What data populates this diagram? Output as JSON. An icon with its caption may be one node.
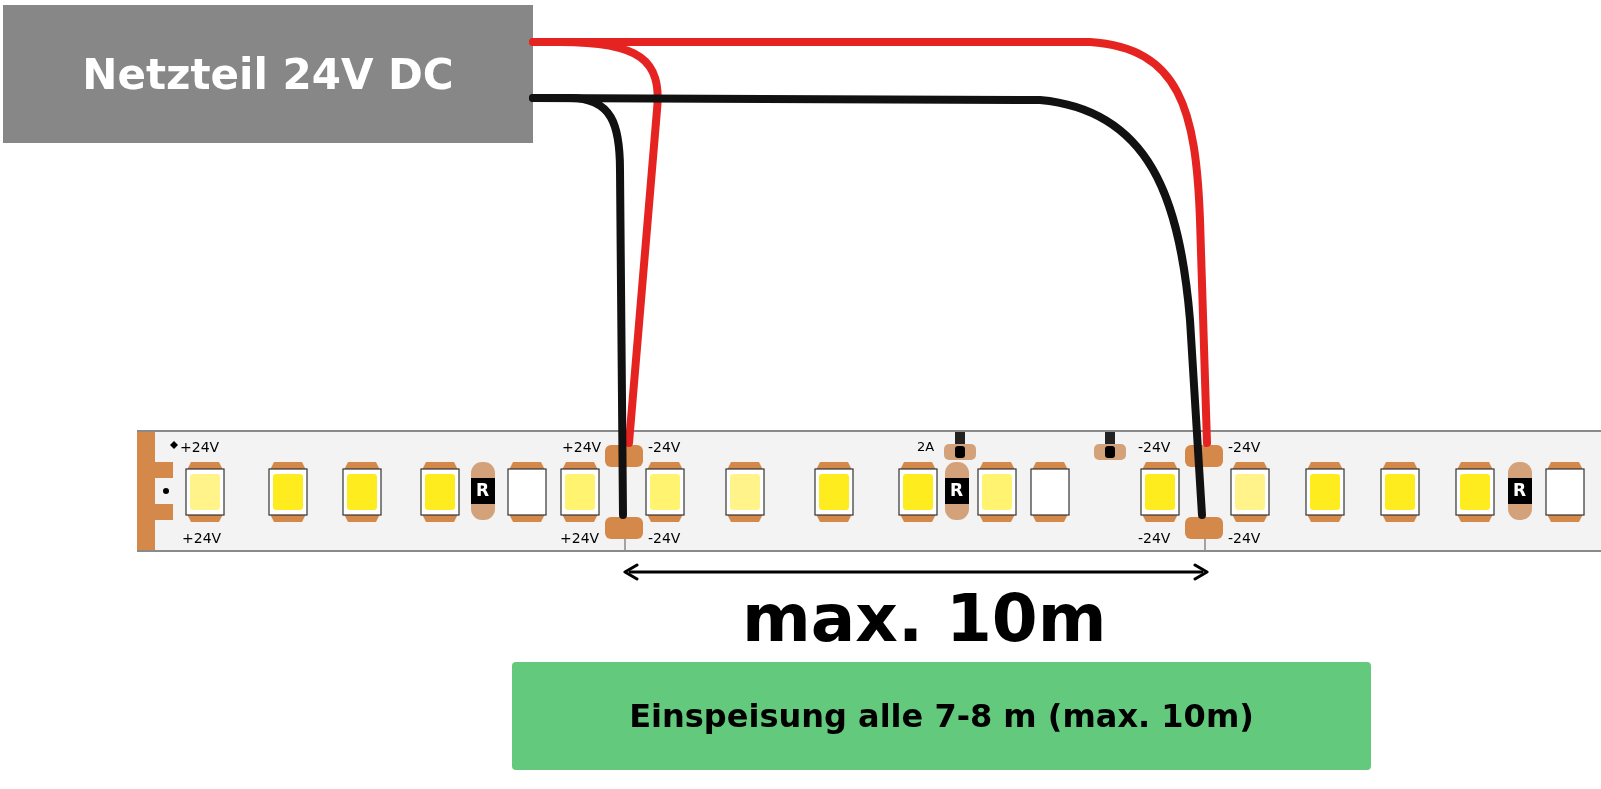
{
  "diagram": {
    "nodes": [
      {
        "text": [
          "Netzteil 24V DC"
        ]
      },
      {
        "text": [],
        "shape": "bar"
      },
      {
        "text": [],
        "shape": "box",
        "in": 1
      },
      {
        "text": [],
        "shape": "box",
        "in": 1
      },
      {
        "text": [],
        "shape": "box",
        "in": 1
      },
      {
        "text": [],
        "shape": "box",
        "in": 1
      },
      {
        "text": [
          "Einspeisung alle 7-8 m (max. 10m)"
        ]
      }
    ],
    "edges": [
      {
        "from": 0,
        "to": 2,
        "arrow": "none",
        "color": "#e52421"
      },
      {
        "from": 0,
        "to": 3,
        "arrow": "none",
        "color": "#111111"
      },
      {
        "from": 0,
        "to": 4,
        "arrow": "none",
        "color": "#e52421"
      },
      {
        "from": 0,
        "to": 5,
        "arrow": "none",
        "color": "#111111"
      }
    ],
    "labels": [
      "+24V",
      "+24V",
      "-24V",
      "2A",
      "-24V",
      "-24V",
      "R",
      "R",
      "R",
      "+24V",
      "+24V",
      "-24V",
      "-24V",
      "-24V",
      "max. 10m"
    ]
  }
}
